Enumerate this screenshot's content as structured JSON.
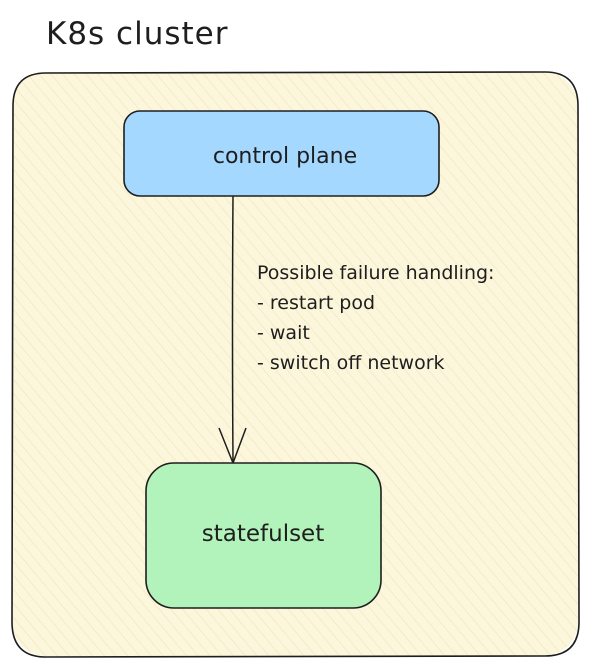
{
  "title": "K8s cluster",
  "nodes": {
    "control_plane": {
      "label": "control plane",
      "fill": "#a5d8ff"
    },
    "statefulset": {
      "label": "statefulset",
      "fill": "#b2f2bb"
    }
  },
  "cluster": {
    "fill": "#fbf6dc"
  },
  "annotation": {
    "heading": "Possible failure handling:",
    "items": [
      "- restart pod",
      "- wait",
      "- switch off network"
    ]
  },
  "colors": {
    "stroke": "#1e1e1e",
    "hatch": "#efe7b6"
  }
}
